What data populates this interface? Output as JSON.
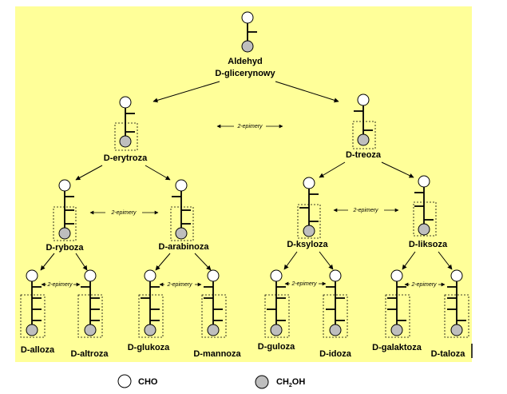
{
  "colors": {
    "panel": "#FFFF99",
    "cho_fill": "#FFFFFF",
    "ch2oh_fill": "#BEBEBE",
    "line": "#000000"
  },
  "root": {
    "label_line1": "Aldehyd",
    "label_line2": "D-glicerynowy"
  },
  "level1": [
    "D-erytroza",
    "D-treoza"
  ],
  "level2": [
    "D-ryboza",
    "D-arabinoza",
    "D-ksyloza",
    "D-liksoza"
  ],
  "level3": [
    "D-alloza",
    "D-altroza",
    "D-glukoza",
    "D-mannoza",
    "D-guloza",
    "D-idoza",
    "D-galaktoza",
    "D-taloza"
  ],
  "epimer_label": "2-epimery",
  "legend": {
    "cho": "CHO",
    "ch2oh_main": "CH",
    "ch2oh_sub": "2",
    "ch2oh_tail": "OH"
  }
}
